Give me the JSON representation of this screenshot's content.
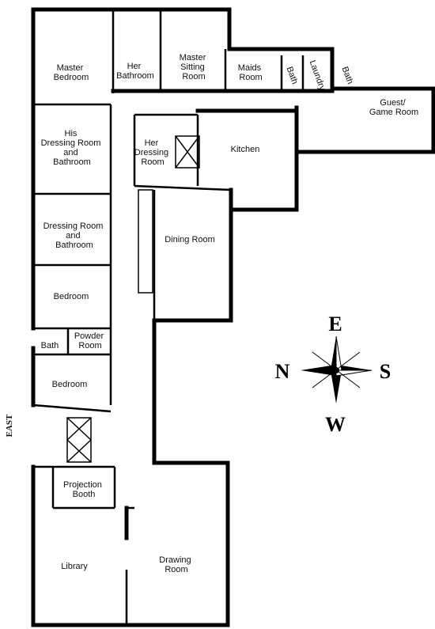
{
  "rooms": {
    "master_bedroom": [
      "Master",
      "Bedroom"
    ],
    "her_bathroom": [
      "Her",
      "Bathroom"
    ],
    "master_sitting_room": [
      "Master",
      "Sitting",
      "Room"
    ],
    "maids_room": [
      "Maids",
      "Room"
    ],
    "bath_1": "Bath",
    "laundry": "Laundry",
    "bath_2": "Bath",
    "guest_game_room": [
      "Guest/",
      "Game Room"
    ],
    "his_dressing_room": [
      "His",
      "Dressing Room",
      "and",
      "Bathroom"
    ],
    "her_dressing_room": [
      "Her",
      "Dressing",
      "Room"
    ],
    "kitchen": "Kitchen",
    "dressing_room_bathroom": [
      "Dressing Room",
      "and",
      "Bathroom"
    ],
    "dining_room": "Dining Room",
    "bedroom_1": "Bedroom",
    "bath_3": "Bath",
    "powder_room": [
      "Powder",
      "Room"
    ],
    "bedroom_2": "Bedroom",
    "projection_booth": [
      "Projection",
      "Booth"
    ],
    "library": "Library",
    "drawing_room": [
      "Drawing",
      "Room"
    ]
  },
  "side_label": "EAST",
  "compass": {
    "top": "E",
    "left": "N",
    "right": "S",
    "bottom": "W"
  }
}
